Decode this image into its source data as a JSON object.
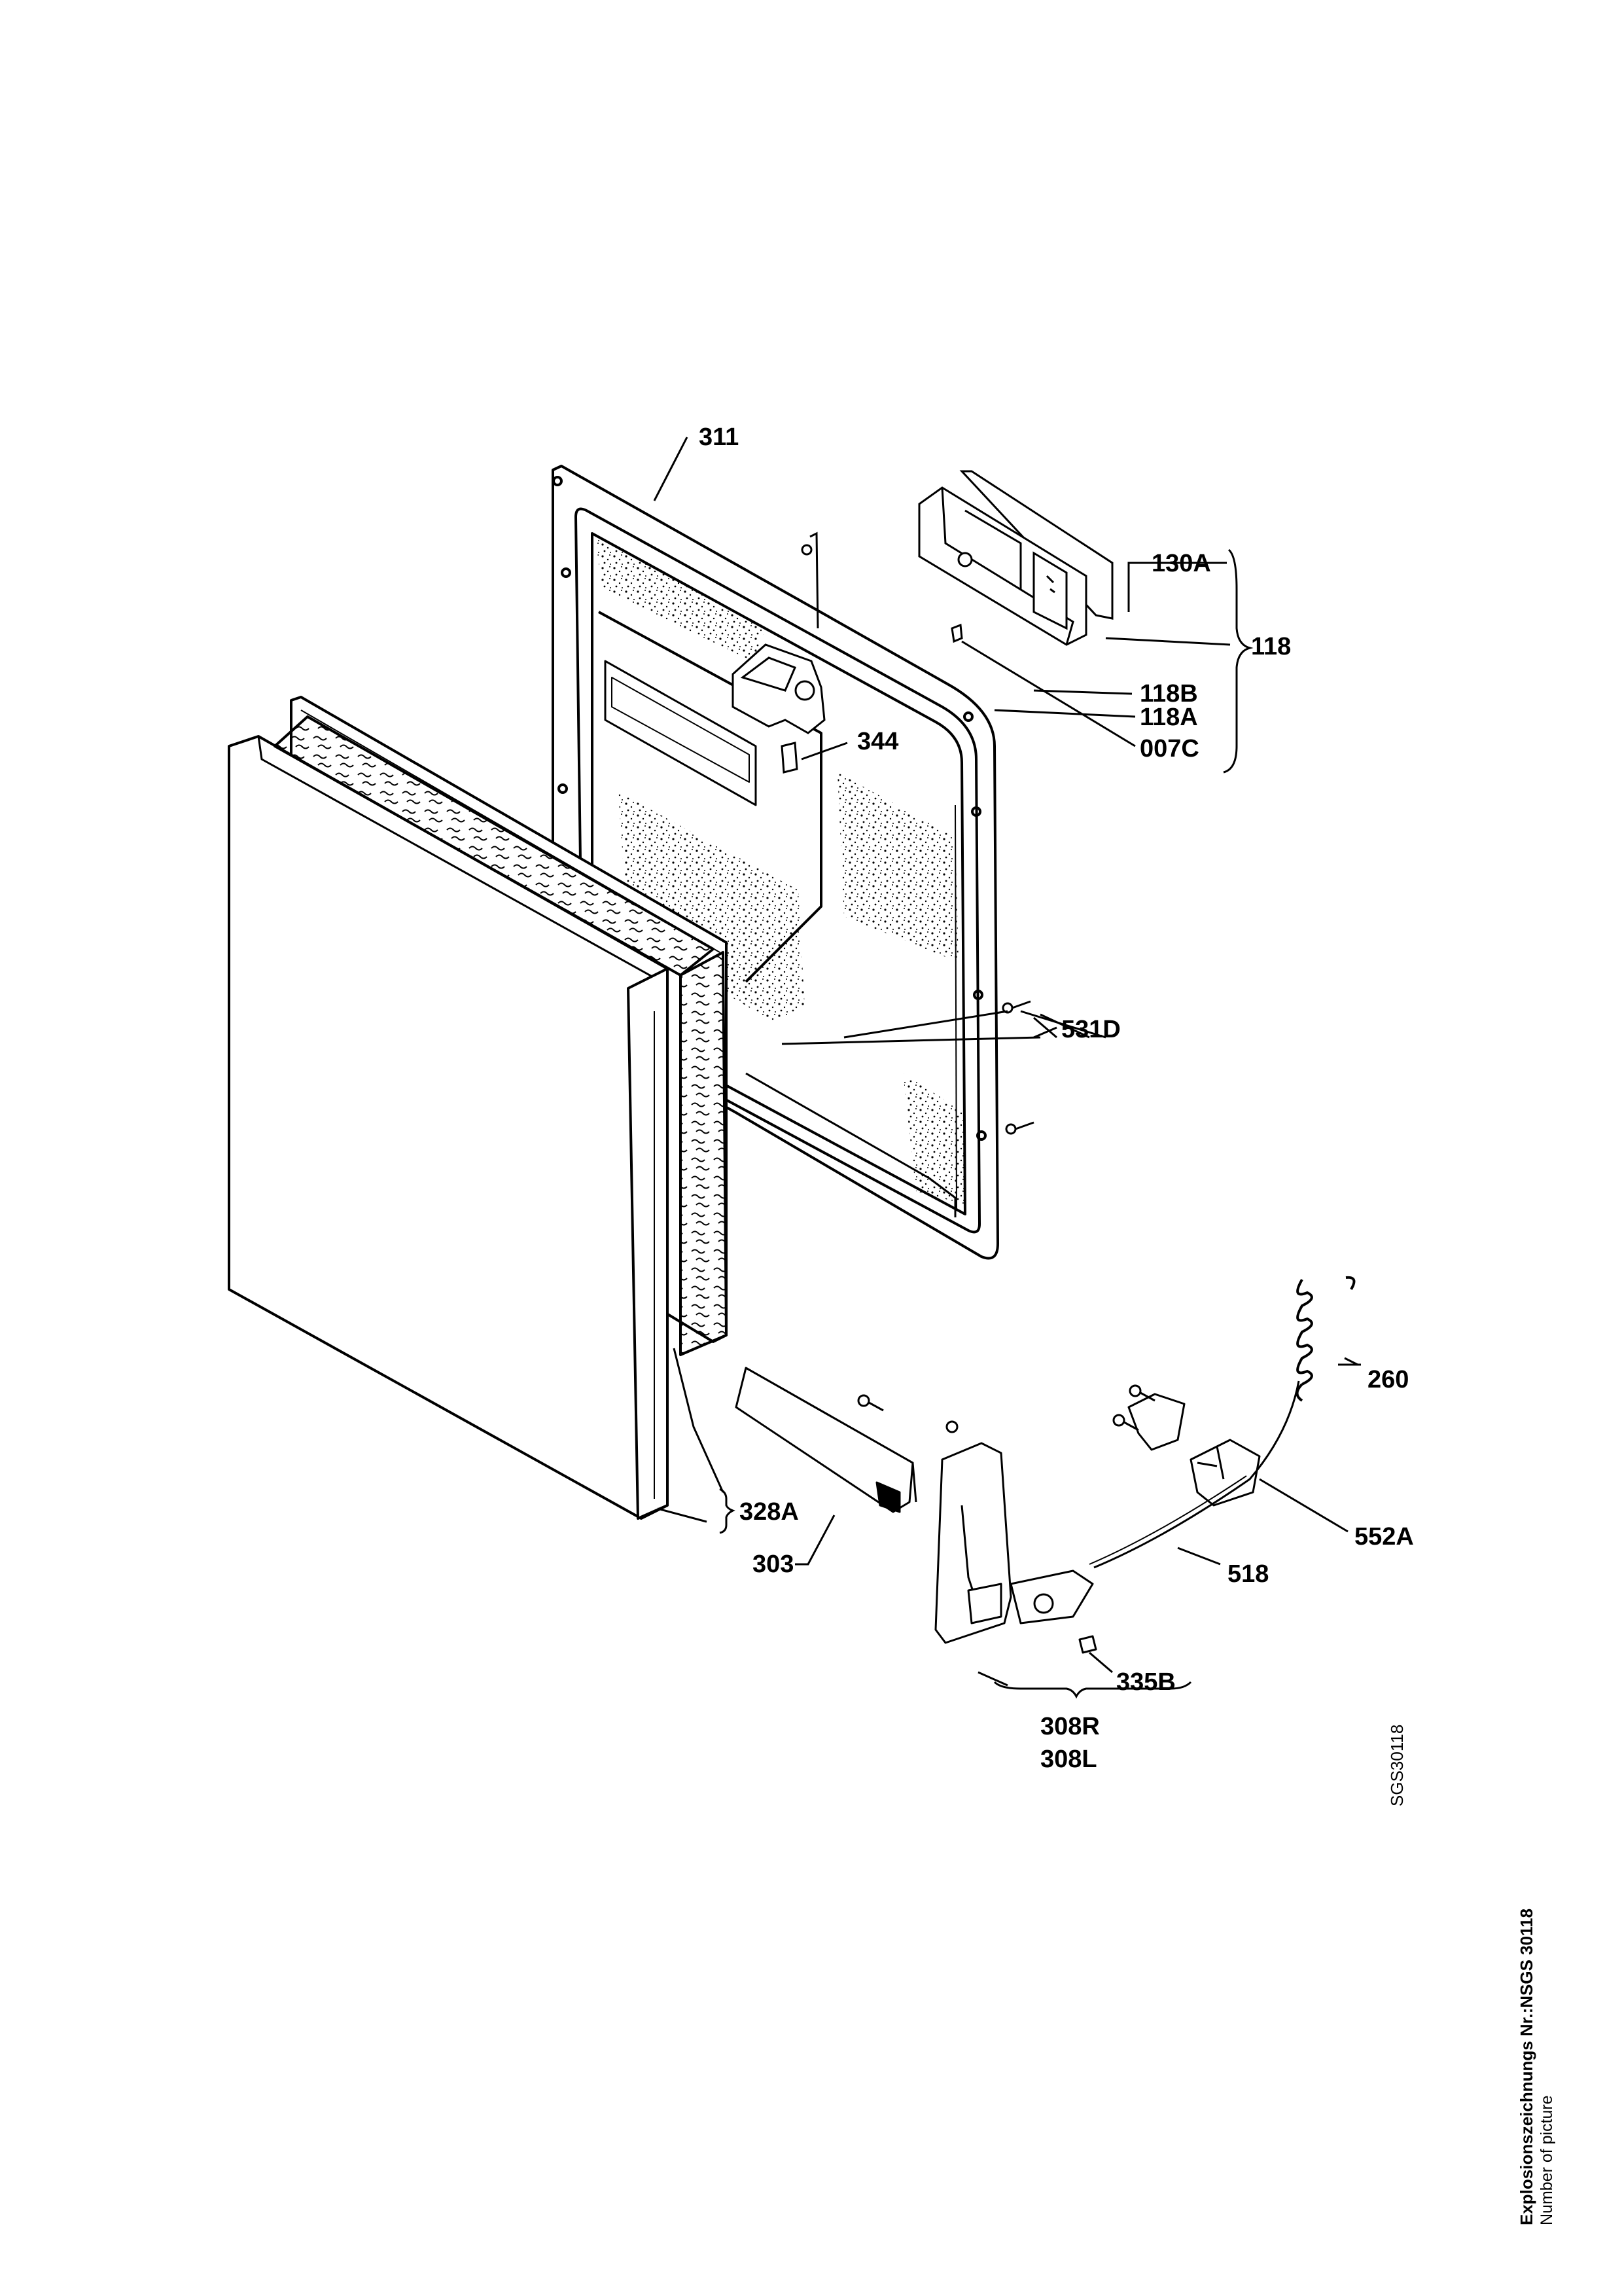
{
  "labels": {
    "p311": "311",
    "p130A": "130A",
    "p118": "118",
    "p118B": "118B",
    "p118A": "118A",
    "p007C": "007C",
    "p344": "344",
    "p531D": "531D",
    "p260": "260",
    "p552A": "552A",
    "p518": "518",
    "p328A": "328A",
    "p303": "303",
    "p335B": "335B",
    "p308R": "308R",
    "p308L": "308L"
  },
  "drawing_code": "SGS30118",
  "footer": {
    "title": "Explosionszeichnungs Nr.:NSGS 30118",
    "subtitle": "Number of picture"
  }
}
